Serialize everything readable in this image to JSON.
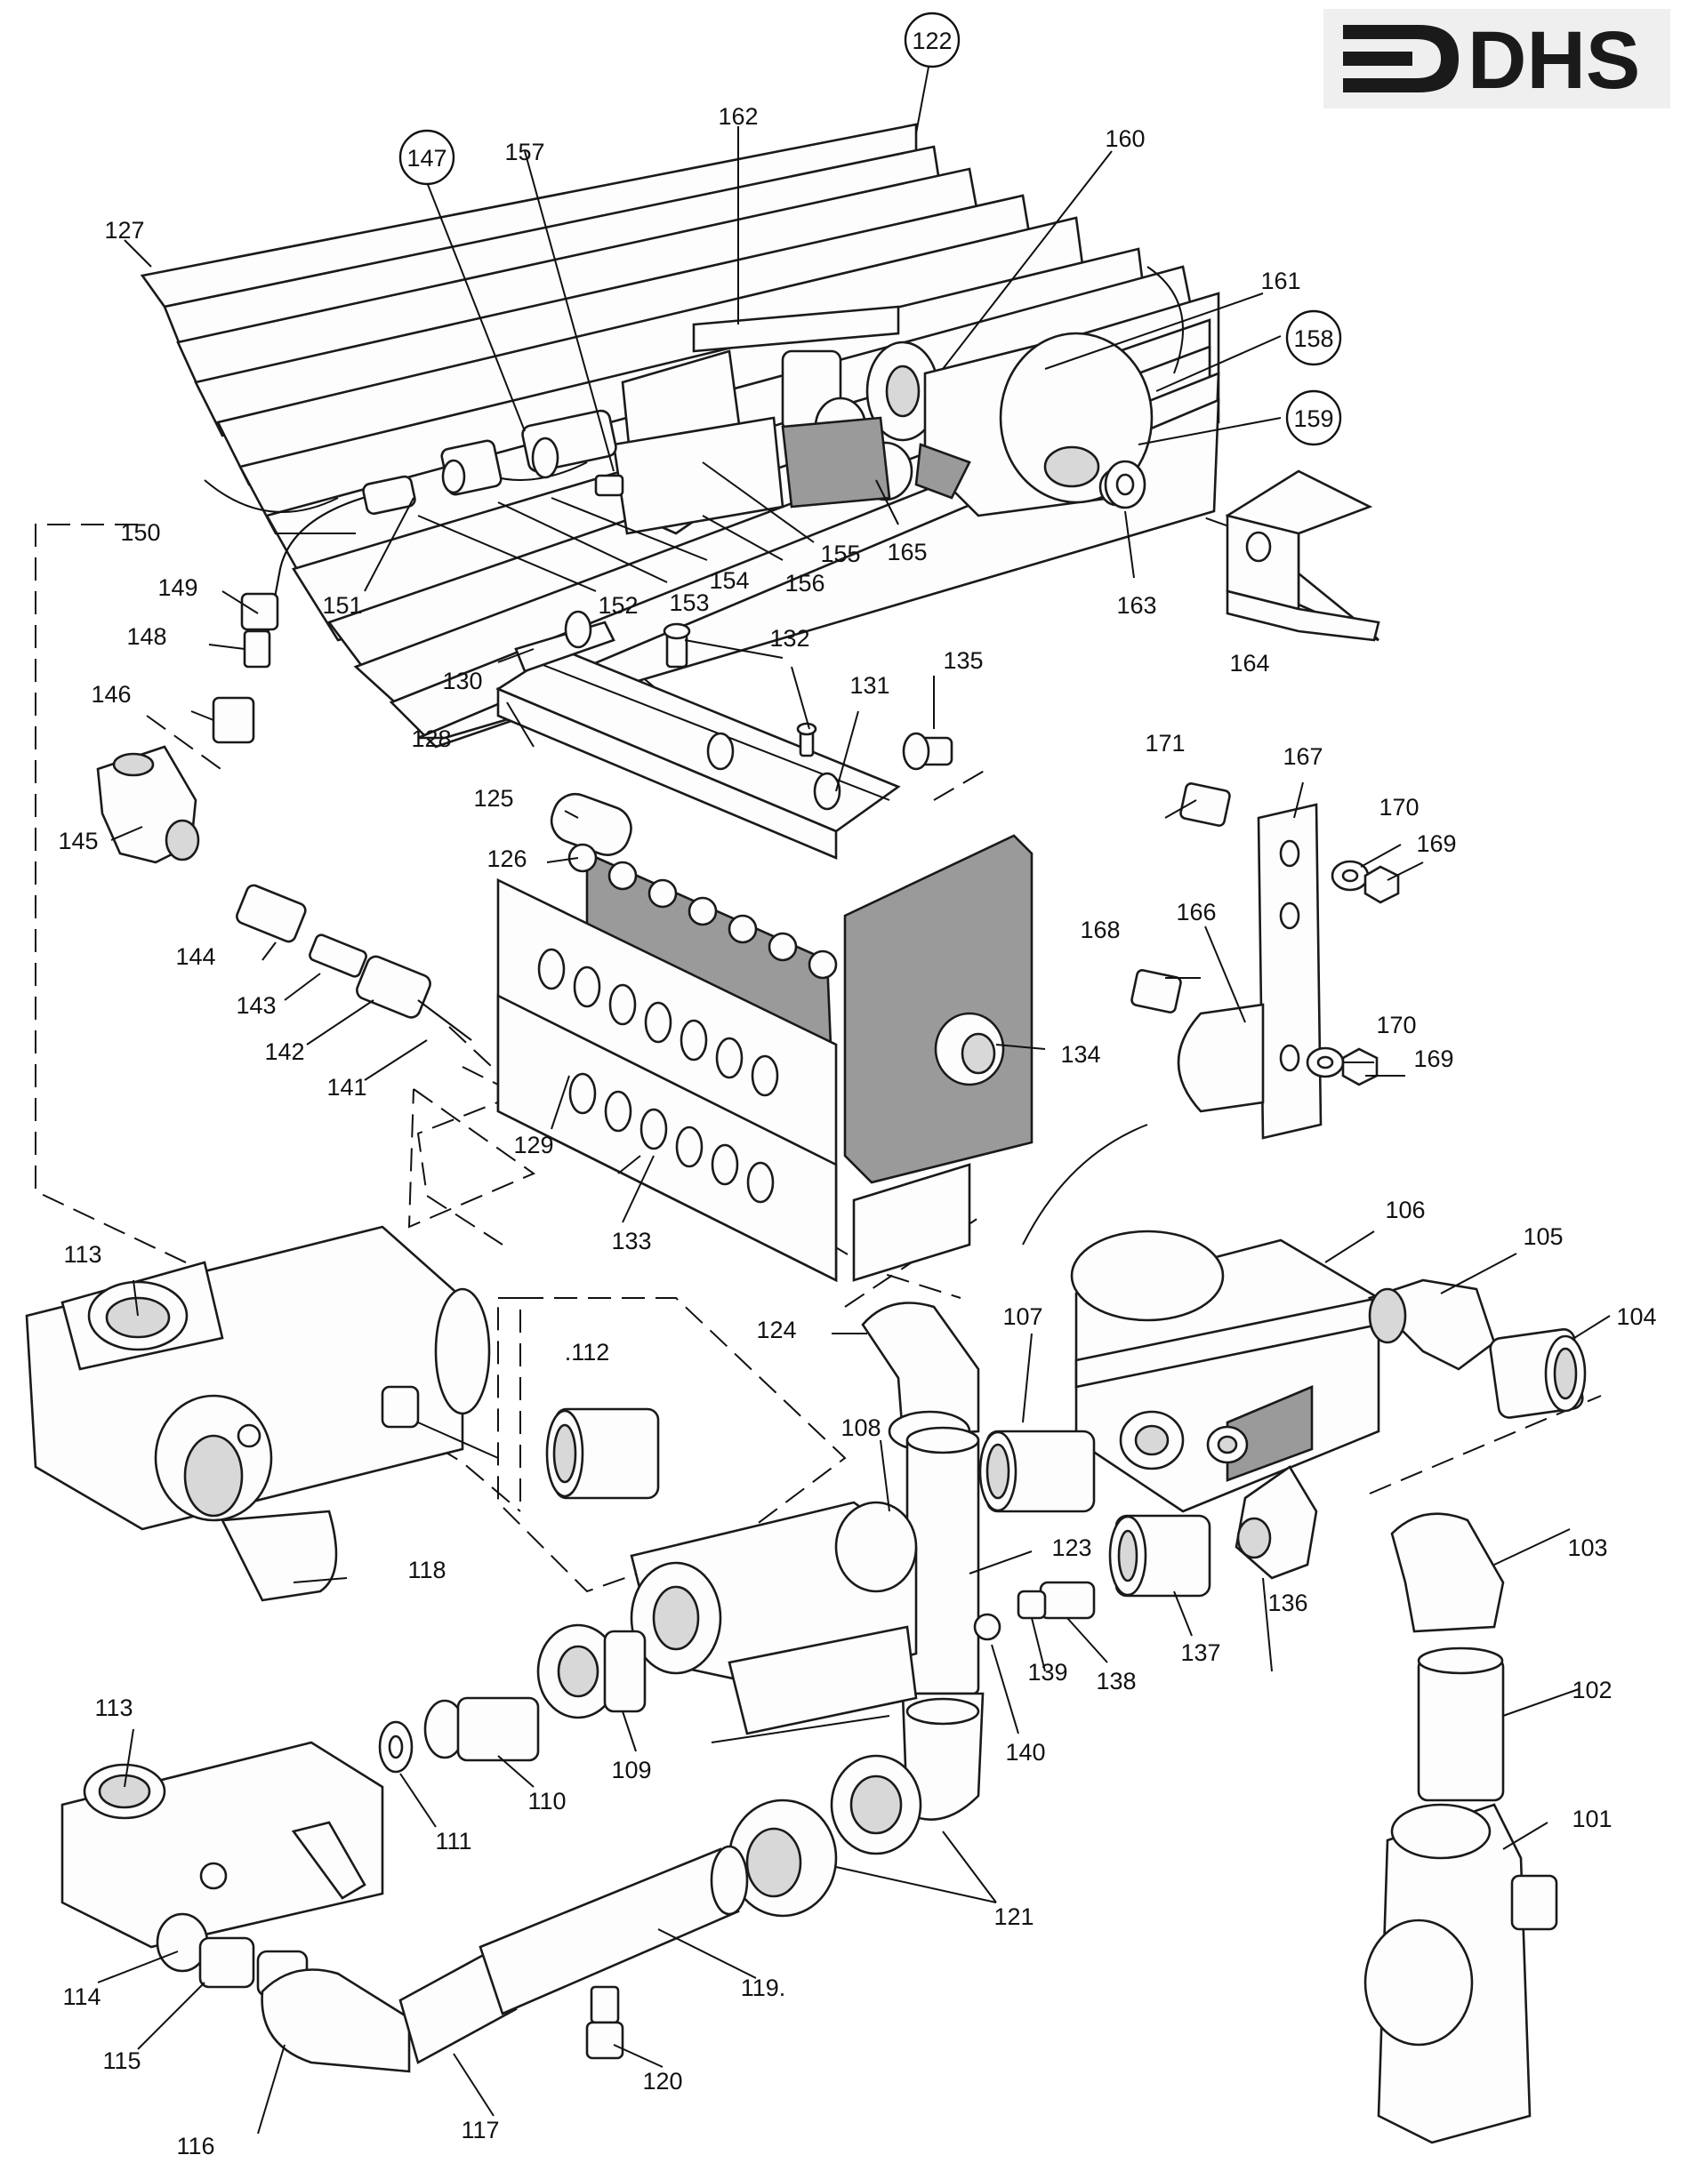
{
  "logo": {
    "text": "DHS"
  },
  "labels": [
    {
      "id": "101",
      "text": "101",
      "circled": false
    },
    {
      "id": "102",
      "text": "102",
      "circled": false
    },
    {
      "id": "103",
      "text": "103",
      "circled": false
    },
    {
      "id": "104",
      "text": "104",
      "circled": false
    },
    {
      "id": "105",
      "text": "105",
      "circled": false
    },
    {
      "id": "106",
      "text": "106",
      "circled": false
    },
    {
      "id": "107",
      "text": "107",
      "circled": false
    },
    {
      "id": "108",
      "text": "108",
      "circled": false
    },
    {
      "id": "109",
      "text": "109",
      "circled": false
    },
    {
      "id": "110",
      "text": "110",
      "circled": false
    },
    {
      "id": "111",
      "text": "111",
      "circled": false
    },
    {
      "id": "112",
      "text": ".112",
      "circled": false
    },
    {
      "id": "113a",
      "text": "113",
      "circled": false
    },
    {
      "id": "113b",
      "text": "113",
      "circled": false
    },
    {
      "id": "114",
      "text": "114",
      "circled": false
    },
    {
      "id": "115",
      "text": "115",
      "circled": false
    },
    {
      "id": "116",
      "text": "116",
      "circled": false
    },
    {
      "id": "117",
      "text": "117",
      "circled": false
    },
    {
      "id": "118",
      "text": "118",
      "circled": false
    },
    {
      "id": "119",
      "text": "119.",
      "circled": false
    },
    {
      "id": "120",
      "text": "120",
      "circled": false
    },
    {
      "id": "121",
      "text": "121",
      "circled": false
    },
    {
      "id": "122",
      "text": "122",
      "circled": true
    },
    {
      "id": "123",
      "text": "123",
      "circled": false
    },
    {
      "id": "124",
      "text": "124",
      "circled": false
    },
    {
      "id": "125",
      "text": "125",
      "circled": false
    },
    {
      "id": "126",
      "text": "126",
      "circled": false
    },
    {
      "id": "127",
      "text": "127",
      "circled": false
    },
    {
      "id": "128",
      "text": "128",
      "circled": false
    },
    {
      "id": "129",
      "text": "129",
      "circled": false
    },
    {
      "id": "130",
      "text": "130",
      "circled": false
    },
    {
      "id": "131",
      "text": "131",
      "circled": false
    },
    {
      "id": "132",
      "text": "132",
      "circled": false
    },
    {
      "id": "133",
      "text": "133",
      "circled": false
    },
    {
      "id": "134",
      "text": "134",
      "circled": false
    },
    {
      "id": "135",
      "text": "135",
      "circled": false
    },
    {
      "id": "136",
      "text": "136",
      "circled": false
    },
    {
      "id": "137",
      "text": "137",
      "circled": false
    },
    {
      "id": "138",
      "text": "138",
      "circled": false
    },
    {
      "id": "139",
      "text": "139",
      "circled": false
    },
    {
      "id": "140",
      "text": "140",
      "circled": false
    },
    {
      "id": "141",
      "text": "141",
      "circled": false
    },
    {
      "id": "142",
      "text": "142",
      "circled": false
    },
    {
      "id": "143",
      "text": "143",
      "circled": false
    },
    {
      "id": "144",
      "text": "144",
      "circled": false
    },
    {
      "id": "145",
      "text": "145",
      "circled": false
    },
    {
      "id": "146",
      "text": "146",
      "circled": false
    },
    {
      "id": "147",
      "text": "147",
      "circled": true
    },
    {
      "id": "148",
      "text": "148",
      "circled": false
    },
    {
      "id": "149",
      "text": "149",
      "circled": false
    },
    {
      "id": "150",
      "text": "150",
      "circled": false
    },
    {
      "id": "151",
      "text": "151",
      "circled": false
    },
    {
      "id": "152",
      "text": "152",
      "circled": false
    },
    {
      "id": "153",
      "text": "153",
      "circled": false
    },
    {
      "id": "154",
      "text": "154",
      "circled": false
    },
    {
      "id": "155",
      "text": "155",
      "circled": false
    },
    {
      "id": "156",
      "text": "156",
      "circled": false
    },
    {
      "id": "157",
      "text": "157",
      "circled": false
    },
    {
      "id": "158",
      "text": "158",
      "circled": true
    },
    {
      "id": "159",
      "text": "159",
      "circled": true
    },
    {
      "id": "160",
      "text": "160",
      "circled": false
    },
    {
      "id": "161",
      "text": "161",
      "circled": false
    },
    {
      "id": "162",
      "text": "162",
      "circled": false
    },
    {
      "id": "163",
      "text": "163",
      "circled": false
    },
    {
      "id": "164",
      "text": "164",
      "circled": false
    },
    {
      "id": "165",
      "text": "165",
      "circled": false
    },
    {
      "id": "166",
      "text": "166",
      "circled": false
    },
    {
      "id": "167",
      "text": "167",
      "circled": false
    },
    {
      "id": "168",
      "text": "168",
      "circled": false
    },
    {
      "id": "169a",
      "text": "169",
      "circled": false
    },
    {
      "id": "169b",
      "text": "169",
      "circled": false
    },
    {
      "id": "170a",
      "text": "170",
      "circled": false
    },
    {
      "id": "170b",
      "text": "170",
      "circled": false
    },
    {
      "id": "171",
      "text": "171",
      "circled": false
    }
  ]
}
